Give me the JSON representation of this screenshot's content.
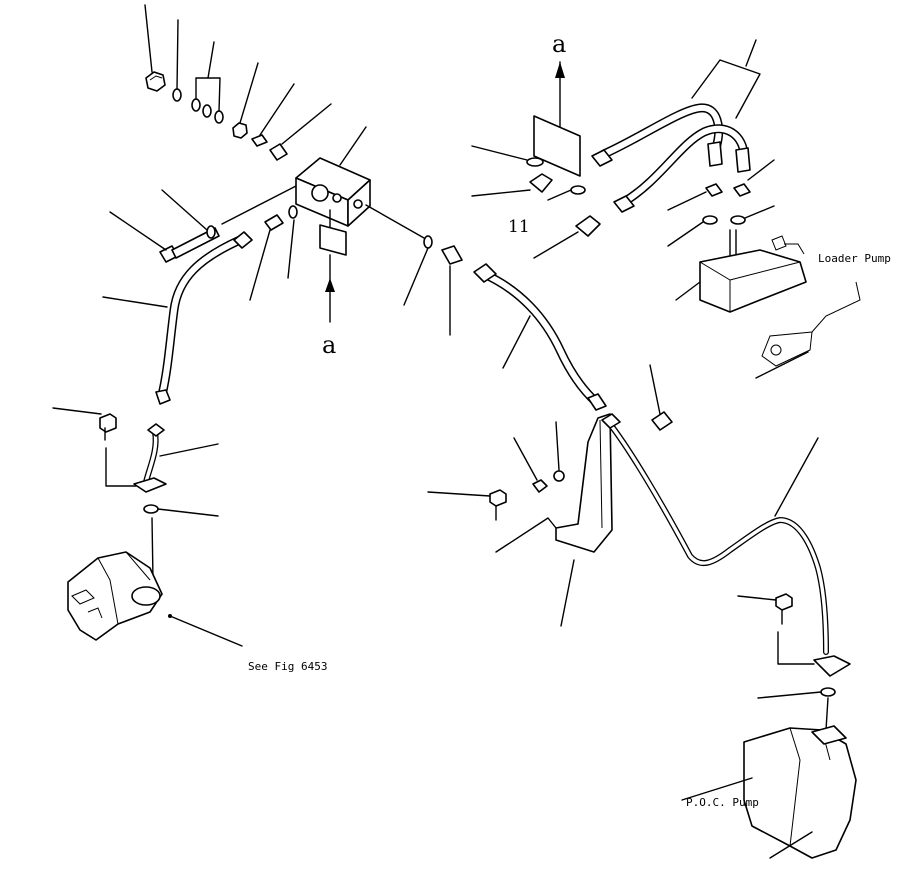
{
  "labels": {
    "ref_a_top": "a",
    "ref_a_bottom": "a",
    "item_11": "11",
    "loader_pump": "Loader Pump",
    "see_fig": "See Fig 6453",
    "poc_pump": "P.O.C. Pump"
  }
}
